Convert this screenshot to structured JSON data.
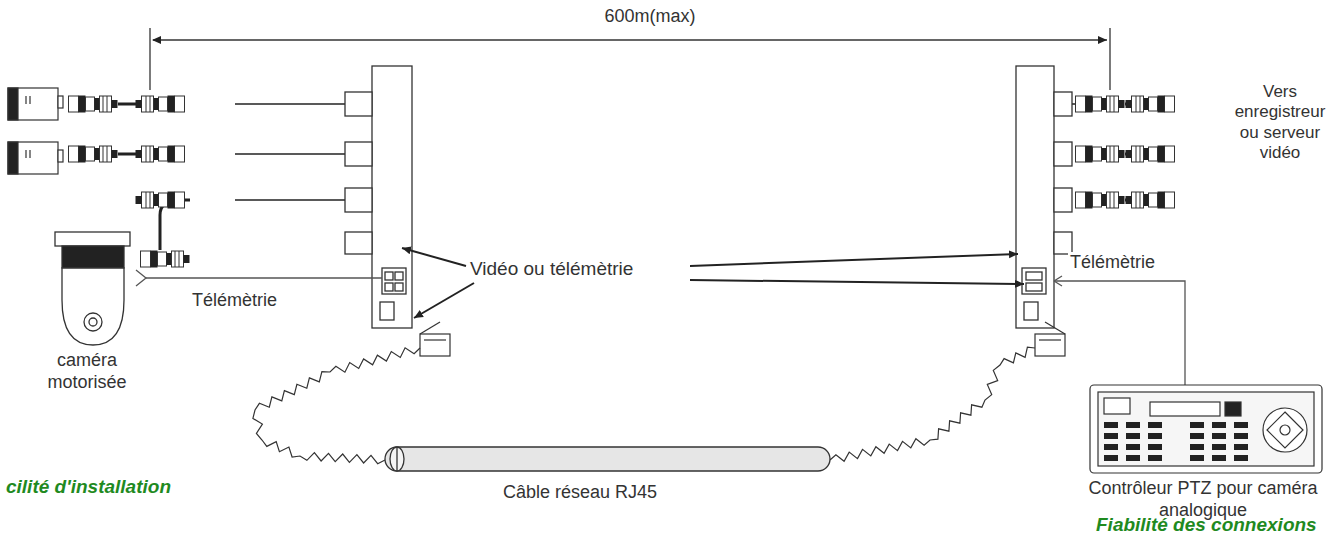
{
  "diagram": {
    "labels": [
      "600m(max)",
      "Vers enregistreur ou serveur vidéo",
      "Vidéo ou télémètrie",
      "Télémètrie",
      "Télémètrie",
      "caméra motorisée",
      "Câble réseau RJ45",
      "Contrôleur PTZ pour caméra analogique",
      "cilité d'installation",
      "Fiabilité des connexions"
    ]
  }
}
